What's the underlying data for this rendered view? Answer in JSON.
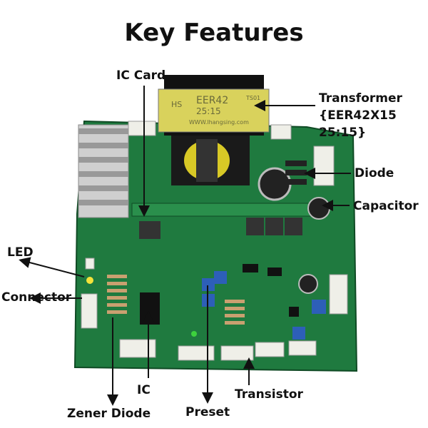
{
  "title": "Key Features",
  "labels": {
    "ic_card": "IC Card",
    "transformer": "Transformer\n{EER42X15\n25:15}",
    "diode": "Diode",
    "capacitor": "Capacitor",
    "led": "LED",
    "connector": "Connector",
    "zener_diode": "Zener Diode",
    "ic": "IC",
    "preset": "Preset",
    "transistor": "Transistor"
  },
  "transformer_print": {
    "brand": "HS",
    "model": "EER42",
    "ratio": "25:15",
    "url": "WWW.lhangsing.com",
    "side": "TS01"
  },
  "colors": {
    "pcb": "#1f7a3f",
    "transformer_label": "#d9d25c",
    "preset": "#2d5fb8",
    "connector": "#efefe8"
  }
}
